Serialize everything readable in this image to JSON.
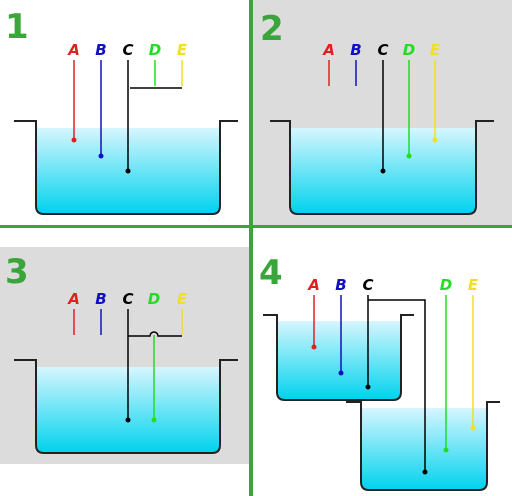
{
  "panels": [
    {
      "number": "1",
      "electrodes": [
        {
          "label": "A",
          "color": "#e02020"
        },
        {
          "label": "B",
          "color": "#1010c0"
        },
        {
          "label": "C",
          "color": "#000000"
        },
        {
          "label": "D",
          "color": "#22dd22"
        },
        {
          "label": "E",
          "color": "#f0e020"
        }
      ]
    },
    {
      "number": "2",
      "electrodes": [
        {
          "label": "A",
          "color": "#e02020"
        },
        {
          "label": "B",
          "color": "#1010c0"
        },
        {
          "label": "C",
          "color": "#000000"
        },
        {
          "label": "D",
          "color": "#22dd22"
        },
        {
          "label": "E",
          "color": "#f0e020"
        }
      ]
    },
    {
      "number": "3",
      "electrodes": [
        {
          "label": "A",
          "color": "#e02020"
        },
        {
          "label": "B",
          "color": "#1010c0"
        },
        {
          "label": "C",
          "color": "#000000"
        },
        {
          "label": "D",
          "color": "#22dd22"
        },
        {
          "label": "E",
          "color": "#f0e020"
        }
      ]
    },
    {
      "number": "4",
      "electrodes": [
        {
          "label": "A",
          "color": "#e02020"
        },
        {
          "label": "B",
          "color": "#1010c0"
        },
        {
          "label": "C",
          "color": "#000000"
        },
        {
          "label": "D",
          "color": "#22dd22"
        },
        {
          "label": "E",
          "color": "#f0e020"
        }
      ]
    }
  ],
  "colors": {
    "divider": "#3aa53a",
    "shaded_background": "#dcdcdc",
    "water_top": "#d6f6ff",
    "water_bottom": "#00d2ee",
    "container_outline": "#222222"
  }
}
